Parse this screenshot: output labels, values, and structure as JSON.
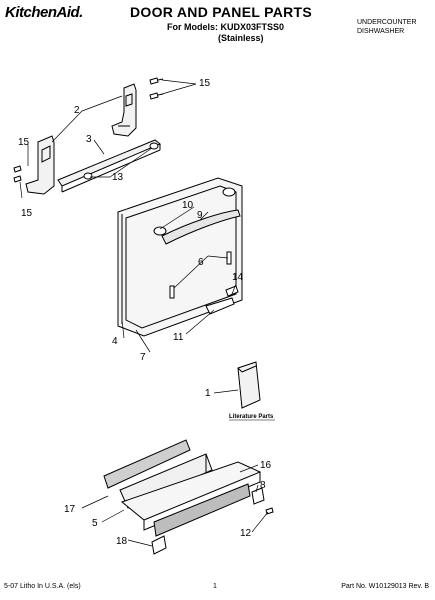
{
  "header": {
    "brand": "KitchenAid.",
    "title": "DOOR AND PANEL PARTS",
    "models_line": "For Models: KUDX03FTSS0",
    "finish": "(Stainless)",
    "product_type": [
      "UNDERCOUNTER",
      "DISHWASHER"
    ]
  },
  "callouts": {
    "c1": "1",
    "c2": "2",
    "c3": "3",
    "c4": "4",
    "c5": "5",
    "c6": "6",
    "c7": "7",
    "c8": "8",
    "c9": "9",
    "c10": "10",
    "c11": "11",
    "c12": "12",
    "c13": "13",
    "c14": "14",
    "c15a": "15",
    "c15b": "15",
    "c15c": "15",
    "c16": "16",
    "c17": "17",
    "c18": "18"
  },
  "literature_label": "Literature Parts",
  "footer": {
    "left": "5-07 Litho In U.S.A. (els)",
    "center": "1",
    "right": "Part No. W10129013 Rev. B"
  }
}
